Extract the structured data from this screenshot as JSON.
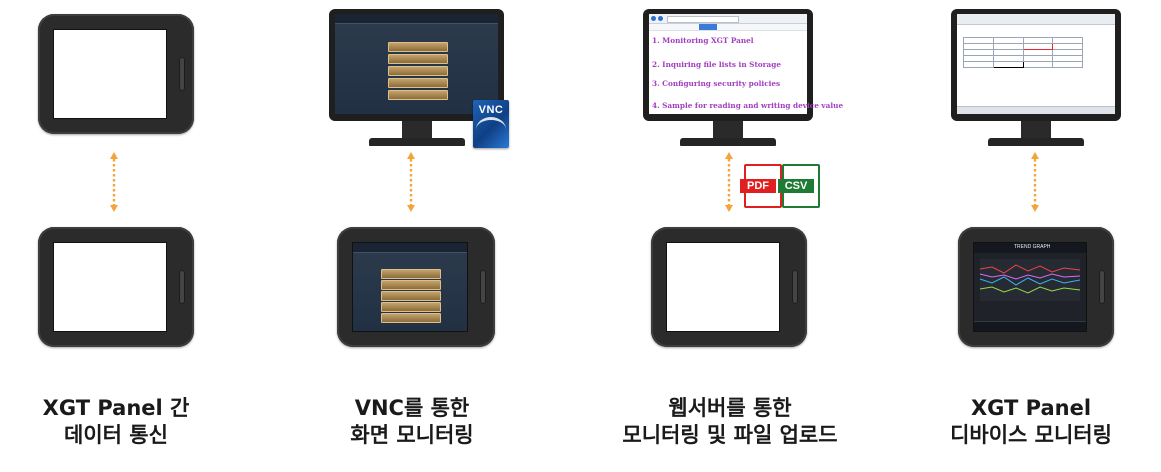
{
  "captions": [
    {
      "line1": "XGT Panel 간",
      "line2": "데이터 통신"
    },
    {
      "line1": "VNC를 통한",
      "line2": "화면 모니터링"
    },
    {
      "line1": "웹서버를 통한",
      "line2": "모니터링 및 파일 업로드"
    },
    {
      "line1": "XGT Panel",
      "line2": "디바이스 모니터링"
    }
  ],
  "vnc_badge": "VNC",
  "file_badges": {
    "pdf": "PDF",
    "csv": "CSV"
  },
  "pdf_color": "#e02020",
  "csv_color": "#1e7a34",
  "arrow_color": "#f4a43a",
  "web_lines": [
    "1. Monitoring XGT Panel",
    "2. Inquiring file lists in Storage",
    "3. Configuring security policies",
    "4. Sample for reading and writing device value"
  ],
  "trend_title": "TREND GRAPH"
}
